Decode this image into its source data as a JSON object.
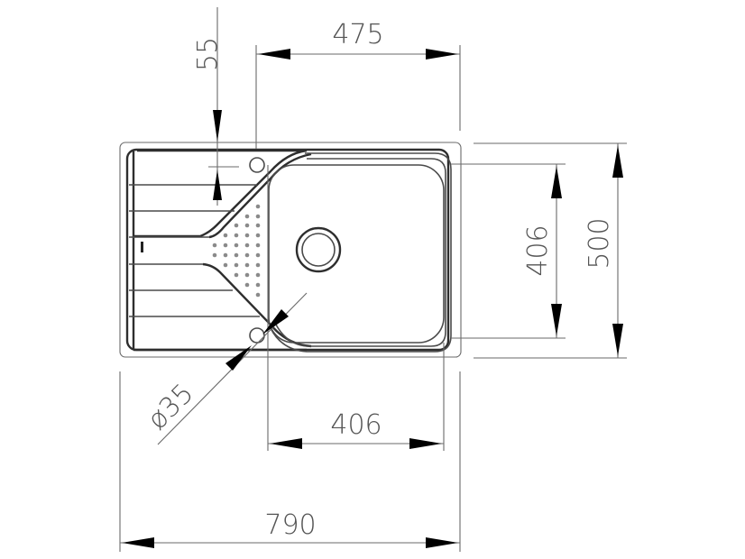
{
  "drawing": {
    "title": "Inset kitchen sink with drainer — dimensional drawing",
    "units": "mm",
    "colors": {
      "line": "#4a4a4a",
      "dimension_line": "#6a6a6a",
      "text": "#555555",
      "arrow": "#000000",
      "drain_dots": "#8a8a8a"
    }
  },
  "dimensions": {
    "tap_hole_offset": {
      "label": "55",
      "orientation": "vertical-text"
    },
    "bowl_offset_width": {
      "label": "475",
      "orientation": "horizontal"
    },
    "bowl_height": {
      "label": "406",
      "orientation": "vertical-text"
    },
    "overall_depth": {
      "label": "500",
      "orientation": "vertical-text"
    },
    "bowl_width": {
      "label": "406",
      "orientation": "horizontal"
    },
    "overall_width": {
      "label": "790",
      "orientation": "horizontal"
    },
    "tap_hole_diameter": {
      "label": "ø35",
      "orientation": "diagonal"
    }
  },
  "components": {
    "outer_rim": "sink-outer-rim",
    "drainboard_grooves": 6,
    "drain_dot_pattern": "perforated drainer area",
    "waste_outlet": "main-drain",
    "tap_holes": 2,
    "overflow_slot": "overflow"
  }
}
